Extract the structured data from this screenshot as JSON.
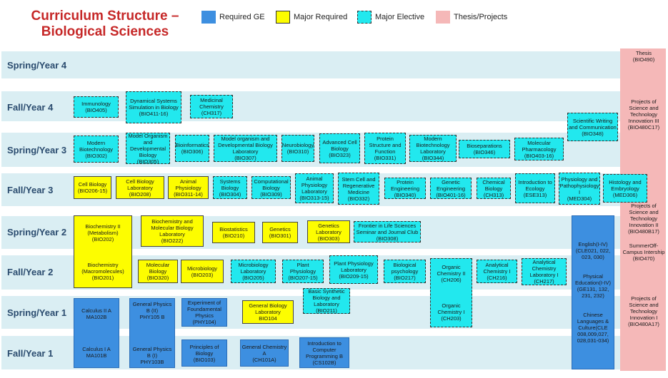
{
  "title": "Curriculum Structure – Biological Sciences",
  "legend": {
    "ge": "Required GE",
    "req": "Major Required",
    "elec": "Major Elective",
    "thesis": "Thesis/Projects"
  },
  "colors": {
    "ge": "#3d8fe0",
    "req": "#fdfd00",
    "elec": "#22e8ee",
    "thesis": "#f5b8b8",
    "band": "#daeef3",
    "title": "#c62828"
  },
  "terms": [
    "Spring/Year 4",
    "Fall/Year 4",
    "Spring/Year 3",
    "Fall/Year 3",
    "Spring/Year 2",
    "Fall/Year 2",
    "Spring/Year 1",
    "Fall/Year 1"
  ],
  "side_column": [
    "Thesis\n(BIO490)",
    "Projects of Science and Technology Innovation III (BIO480C17)",
    "Projects of Science and Technology Innovation II (BIO480B17)",
    "SummerOff-Campus Intership (BIO470)",
    "Projects of Science and Technology Innovation I (BIO480A17)"
  ],
  "courses": [
    {
      "type": "elec",
      "label": "Immunology\n(BIO405)"
    },
    {
      "type": "elec",
      "label": "Dynamical Systems Simulation in Biology\n(BIO411-16)"
    },
    {
      "type": "elec",
      "label": "Medicinal Chemistry\n(CH317)"
    },
    {
      "type": "elec",
      "label": "Scientific Writing and Communication\n(BIO348)"
    },
    {
      "type": "elec",
      "label": "Modern Biotechnology\n(BIO302)"
    },
    {
      "type": "elec",
      "label": "Model Organism and Developmental Biology\n(BIO305)"
    },
    {
      "type": "elec",
      "label": "Bioinformatics\n(BIO306)"
    },
    {
      "type": "elec",
      "label": "Model organism and Developmental Biology Laboratory\n(BIO307)"
    },
    {
      "type": "elec",
      "label": "Neurobiology\n(BIO310)"
    },
    {
      "type": "elec",
      "label": "Advanced Cell Biology\n(BIO323)"
    },
    {
      "type": "elec",
      "label": "Protein Structure and Function\n(BIO331)"
    },
    {
      "type": "elec",
      "label": "Modern Biotechnology Laboratory\n(BIO344)"
    },
    {
      "type": "elec",
      "label": "Bioseparations\n(BIO346)"
    },
    {
      "type": "elec",
      "label": "Molecular Pharmacology\n(BIO403-16)"
    },
    {
      "type": "req",
      "label": "Cell Biology\n(BIO206-15)"
    },
    {
      "type": "req",
      "label": "Cell Biology Laboratory\n(BIO208)"
    },
    {
      "type": "req",
      "label": "Animal Physiology\n(BIO311-14)"
    },
    {
      "type": "elec",
      "label": "Systems Biology\n(BIO304)"
    },
    {
      "type": "elec",
      "label": "Computational Biology\n(BIO309)"
    },
    {
      "type": "elec",
      "label": "Animal Physiology Laboratory\n(BIO313-15)"
    },
    {
      "type": "elec",
      "label": "Stem Cell and Regenerative Medicine\n(BIO332)"
    },
    {
      "type": "elec",
      "label": "Protein Engineering\n(BIO340)"
    },
    {
      "type": "elec",
      "label": "Genetic Engineering\n(BIO401-16)"
    },
    {
      "type": "elec",
      "label": "Chemical Biology\n(CH313)"
    },
    {
      "type": "elec",
      "label": "Introduction to Ecology\n(ESE313)"
    },
    {
      "type": "elec",
      "label": "Physiology and Pathophysiology I\n(MED304)"
    },
    {
      "type": "elec",
      "label": "Histology and Embryology\n(MED306)"
    },
    {
      "type": "req",
      "label": "Biochemistry II (Metabolism)\n(BIO202)\n\n\n\nBiochemistry (Macromolecules)\n(BIO201)"
    },
    {
      "type": "req",
      "label": "Biochemistry and Molecular Biology Laboratory\n(BIO222)"
    },
    {
      "type": "req",
      "label": "Biostatistics\n(BIO210)"
    },
    {
      "type": "req",
      "label": "Genetics\n(BIO301)"
    },
    {
      "type": "req",
      "label": "Genetics Laboratory\n(BIO303)"
    },
    {
      "type": "elec",
      "label": "Frontier in Life Sciences Seminar and Journal Club\n(BIO308)"
    },
    {
      "type": "ge",
      "label": "English(I-IV)\n(CLE021, 022, 023, 030)\n\n\nPhysical Education(I-IV) (GE131, 132, 231, 232)\n\n\nChinese Languages & Culture(CLE 008,009,027, 028,031-034)"
    },
    {
      "type": "req",
      "label": "Molecular Biology\n(BIO320)"
    },
    {
      "type": "req",
      "label": "Microbiology\n(BIO203)"
    },
    {
      "type": "elec",
      "label": "Microbiology Laboratory\n(BIO205)"
    },
    {
      "type": "elec",
      "label": "Plant Physiology\n(BIO207-15)"
    },
    {
      "type": "elec",
      "label": "Plant Physiology Laboratory\n(BIO209-15)"
    },
    {
      "type": "elec",
      "label": "Biological psychology\n(BIO217)"
    },
    {
      "type": "elec",
      "label": "Organic Chemistry II\n(CH206)\n\n\n\nOrganic Chemistry I\n(CH203)"
    },
    {
      "type": "elec",
      "label": "Analytical Chemistry I\n(CH216)"
    },
    {
      "type": "elec",
      "label": "Analytical Chemistry Laboratory I\n(CH217)"
    },
    {
      "type": "elec",
      "label": "Basic Synthetic Biology and Laboratory\n(BIO211)"
    },
    {
      "type": "ge",
      "label": "Calculus II A\nMA102B\n\n\n\n\nCalculus I A\nMA101B"
    },
    {
      "type": "ge",
      "label": "General Physics B (II)\nPHY105 B\n\n\n\n\nGeneral Physics B (I)\nPHY103B"
    },
    {
      "type": "ge",
      "label": "Experiment of Foundamental Physics\n(PHY104)"
    },
    {
      "type": "req",
      "label": "General Biology Laboratory\nBIO104"
    },
    {
      "type": "ge",
      "label": "Principles of Biology\n(BIO103)"
    },
    {
      "type": "ge",
      "label": "General Chemistry A\n(CH101A)"
    },
    {
      "type": "ge",
      "label": "Introduction to Computer Programming B\n(CS102B)"
    }
  ]
}
